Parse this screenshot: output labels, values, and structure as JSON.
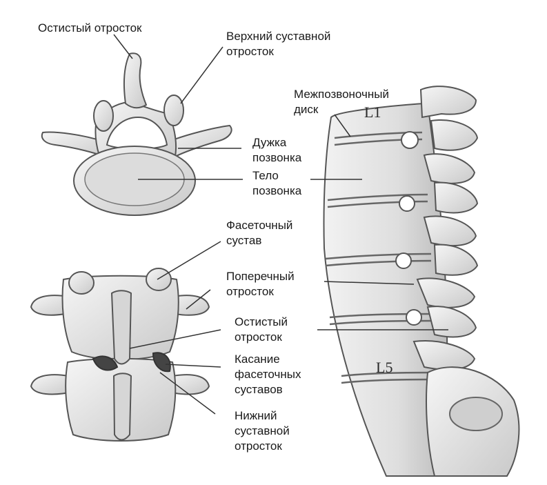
{
  "labels": {
    "spinous_top": "Остистый отросток",
    "superior_articular": [
      "Верхний суставной",
      "отросток"
    ],
    "intervertebral_disc": [
      "Межпозвоночный",
      "диск"
    ],
    "vertebral_arch": [
      "Дужка",
      "позвонка"
    ],
    "vertebral_body": [
      "Тело",
      "позвонка"
    ],
    "facet_joint": [
      "Фасеточный",
      "сустав"
    ],
    "transverse_process": [
      "Поперечный",
      "отросток"
    ],
    "spinous_side": [
      "Остистый",
      "отросток"
    ],
    "facet_contact": [
      "Касание",
      "фасеточных",
      "суставов"
    ],
    "inferior_articular": [
      "Нижний",
      "суставной",
      "отросток"
    ]
  },
  "vertebra_labels": {
    "top": "L1",
    "bottom": "L5"
  },
  "colors": {
    "bone_fill": "#ececec",
    "bone_shade": "#bdbdbd",
    "bone_outline": "#555555",
    "leader_line": "#333333",
    "text": "#1a1a1a"
  }
}
